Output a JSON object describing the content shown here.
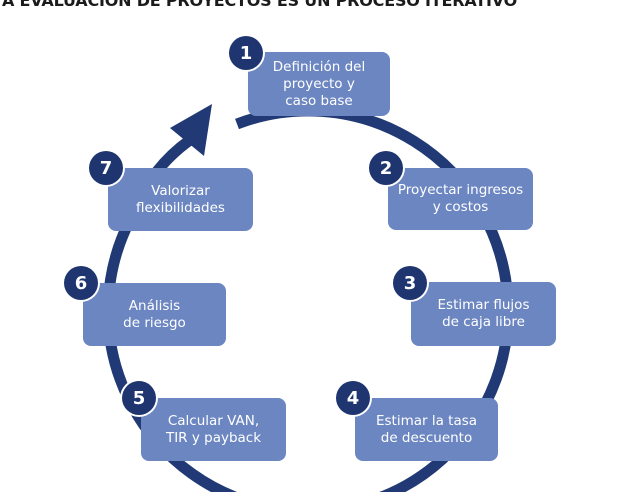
{
  "title": "A EVALUACIÓN DE PROYECTOS ES UN PROCESO ITERATIVO",
  "colors": {
    "ring": "#213a76",
    "box": "#6c86c2",
    "badge": "#1e3570",
    "text": "#ffffff"
  },
  "steps": [
    {
      "number": "1",
      "label": "Definición del\nproyecto y\ncaso base"
    },
    {
      "number": "2",
      "label": "Proyectar ingresos\ny costos"
    },
    {
      "number": "3",
      "label": "Estimar flujos\nde caja libre"
    },
    {
      "number": "4",
      "label": "Estimar la tasa\nde descuento"
    },
    {
      "number": "5",
      "label": "Calcular VAN,\nTIR y payback"
    },
    {
      "number": "6",
      "label": "Análisis\nde riesgo"
    },
    {
      "number": "7",
      "label": "Valorizar\nflexibilidades"
    }
  ]
}
